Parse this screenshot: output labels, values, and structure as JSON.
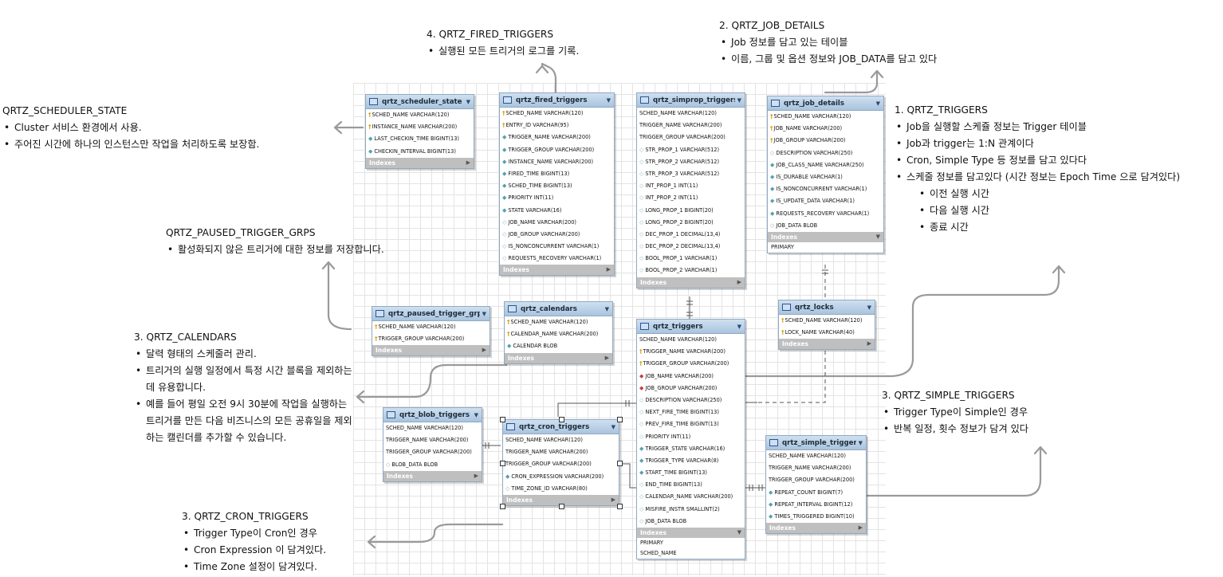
{
  "tables": [
    {
      "key": "scheduler_state",
      "name": "qrtz_scheduler_state",
      "columns": [
        {
          "i": "key",
          "t": "SCHED_NAME VARCHAR(120)"
        },
        {
          "i": "key",
          "t": "INSTANCE_NAME VARCHAR(200)"
        },
        {
          "i": "dia",
          "t": "LAST_CHECKIN_TIME BIGINT(13)"
        },
        {
          "i": "dia",
          "t": "CHECKIN_INTERVAL BIGINT(13)"
        }
      ],
      "indexes_label": "Indexes",
      "index_rows": []
    },
    {
      "key": "fired_triggers",
      "name": "qrtz_fired_triggers",
      "columns": [
        {
          "i": "key",
          "t": "SCHED_NAME VARCHAR(120)"
        },
        {
          "i": "key",
          "t": "ENTRY_ID VARCHAR(95)"
        },
        {
          "i": "dia",
          "t": "TRIGGER_NAME VARCHAR(200)"
        },
        {
          "i": "dia",
          "t": "TRIGGER_GROUP VARCHAR(200)"
        },
        {
          "i": "dia",
          "t": "INSTANCE_NAME VARCHAR(200)"
        },
        {
          "i": "dia",
          "t": "FIRED_TIME BIGINT(13)"
        },
        {
          "i": "dia",
          "t": "SCHED_TIME BIGINT(13)"
        },
        {
          "i": "dia",
          "t": "PRIORITY INT(11)"
        },
        {
          "i": "dia",
          "t": "STATE VARCHAR(16)"
        },
        {
          "i": "hol",
          "t": "JOB_NAME VARCHAR(200)"
        },
        {
          "i": "hol",
          "t": "JOB_GROUP VARCHAR(200)"
        },
        {
          "i": "hol",
          "t": "IS_NONCONCURRENT VARCHAR(1)"
        },
        {
          "i": "hol",
          "t": "REQUESTS_RECOVERY VARCHAR(1)"
        }
      ],
      "indexes_label": "Indexes",
      "index_rows": []
    },
    {
      "key": "simprop_triggers",
      "name": "qrtz_simprop_triggers",
      "columns": [
        {
          "i": "",
          "t": "SCHED_NAME VARCHAR(120)"
        },
        {
          "i": "",
          "t": "TRIGGER_NAME VARCHAR(200)"
        },
        {
          "i": "",
          "t": "TRIGGER_GROUP VARCHAR(200)"
        },
        {
          "i": "hol",
          "t": "STR_PROP_1 VARCHAR(512)"
        },
        {
          "i": "hol",
          "t": "STR_PROP_2 VARCHAR(512)"
        },
        {
          "i": "hol",
          "t": "STR_PROP_3 VARCHAR(512)"
        },
        {
          "i": "hol",
          "t": "INT_PROP_1 INT(11)"
        },
        {
          "i": "hol",
          "t": "INT_PROP_2 INT(11)"
        },
        {
          "i": "hol",
          "t": "LONG_PROP_1 BIGINT(20)"
        },
        {
          "i": "hol",
          "t": "LONG_PROP_2 BIGINT(20)"
        },
        {
          "i": "hol",
          "t": "DEC_PROP_1 DECIMAL(13,4)"
        },
        {
          "i": "hol",
          "t": "DEC_PROP_2 DECIMAL(13,4)"
        },
        {
          "i": "hol",
          "t": "BOOL_PROP_1 VARCHAR(1)"
        },
        {
          "i": "hol",
          "t": "BOOL_PROP_2 VARCHAR(1)"
        }
      ],
      "indexes_label": "Indexes",
      "index_rows": []
    },
    {
      "key": "job_details",
      "name": "qrtz_job_details",
      "columns": [
        {
          "i": "key",
          "t": "SCHED_NAME VARCHAR(120)"
        },
        {
          "i": "key",
          "t": "JOB_NAME VARCHAR(200)"
        },
        {
          "i": "key",
          "t": "JOB_GROUP VARCHAR(200)"
        },
        {
          "i": "hol",
          "t": "DESCRIPTION VARCHAR(250)"
        },
        {
          "i": "dia",
          "t": "JOB_CLASS_NAME VARCHAR(250)"
        },
        {
          "i": "dia",
          "t": "IS_DURABLE VARCHAR(1)"
        },
        {
          "i": "dia",
          "t": "IS_NONCONCURRENT VARCHAR(1)"
        },
        {
          "i": "dia",
          "t": "IS_UPDATE_DATA VARCHAR(1)"
        },
        {
          "i": "dia",
          "t": "REQUESTS_RECOVERY VARCHAR(1)"
        },
        {
          "i": "hol",
          "t": "JOB_DATA BLOB"
        }
      ],
      "indexes_label": "Indexes",
      "index_rows": [
        "PRIMARY"
      ]
    },
    {
      "key": "paused_trigger_grps",
      "name": "qrtz_paused_trigger_grps",
      "columns": [
        {
          "i": "key",
          "t": "SCHED_NAME VARCHAR(120)"
        },
        {
          "i": "key",
          "t": "TRIGGER_GROUP VARCHAR(200)"
        }
      ],
      "indexes_label": "Indexes",
      "index_rows": []
    },
    {
      "key": "calendars",
      "name": "qrtz_calendars",
      "columns": [
        {
          "i": "key",
          "t": "SCHED_NAME VARCHAR(120)"
        },
        {
          "i": "key",
          "t": "CALENDAR_NAME VARCHAR(200)"
        },
        {
          "i": "dia",
          "t": "CALENDAR BLOB"
        }
      ],
      "indexes_label": "Indexes",
      "index_rows": []
    },
    {
      "key": "locks",
      "name": "qrtz_locks",
      "columns": [
        {
          "i": "key",
          "t": "SCHED_NAME VARCHAR(120)"
        },
        {
          "i": "key",
          "t": "LOCK_NAME VARCHAR(40)"
        }
      ],
      "indexes_label": "Indexes",
      "index_rows": []
    },
    {
      "key": "triggers",
      "name": "qrtz_triggers",
      "columns": [
        {
          "i": "",
          "t": "SCHED_NAME VARCHAR(120)"
        },
        {
          "i": "key",
          "t": "TRIGGER_NAME VARCHAR(200)"
        },
        {
          "i": "key",
          "t": "TRIGGER_GROUP VARCHAR(200)"
        },
        {
          "i": "red",
          "t": "JOB_NAME VARCHAR(200)"
        },
        {
          "i": "red",
          "t": "JOB_GROUP VARCHAR(200)"
        },
        {
          "i": "hol",
          "t": "DESCRIPTION VARCHAR(250)"
        },
        {
          "i": "hol",
          "t": "NEXT_FIRE_TIME BIGINT(13)"
        },
        {
          "i": "hol",
          "t": "PREV_FIRE_TIME BIGINT(13)"
        },
        {
          "i": "hol",
          "t": "PRIORITY INT(11)"
        },
        {
          "i": "dia",
          "t": "TRIGGER_STATE VARCHAR(16)"
        },
        {
          "i": "dia",
          "t": "TRIGGER_TYPE VARCHAR(8)"
        },
        {
          "i": "dia",
          "t": "START_TIME BIGINT(13)"
        },
        {
          "i": "hol",
          "t": "END_TIME BIGINT(13)"
        },
        {
          "i": "hol",
          "t": "CALENDAR_NAME VARCHAR(200)"
        },
        {
          "i": "hol",
          "t": "MISFIRE_INSTR SMALLINT(2)"
        },
        {
          "i": "hol",
          "t": "JOB_DATA BLOB"
        }
      ],
      "indexes_label": "Indexes",
      "index_rows": [
        "PRIMARY",
        "SCHED_NAME"
      ]
    },
    {
      "key": "blob_triggers",
      "name": "qrtz_blob_triggers",
      "columns": [
        {
          "i": "",
          "t": "SCHED_NAME VARCHAR(120)"
        },
        {
          "i": "",
          "t": "TRIGGER_NAME VARCHAR(200)"
        },
        {
          "i": "",
          "t": "TRIGGER_GROUP VARCHAR(200)"
        },
        {
          "i": "hol",
          "t": "BLOB_DATA BLOB"
        }
      ],
      "indexes_label": "Indexes",
      "index_rows": []
    },
    {
      "key": "cron_triggers",
      "name": "qrtz_cron_triggers",
      "columns": [
        {
          "i": "",
          "t": "SCHED_NAME VARCHAR(120)"
        },
        {
          "i": "",
          "t": "TRIGGER_NAME VARCHAR(200)"
        },
        {
          "i": "",
          "t": "TRIGGER_GROUP VARCHAR(200)"
        },
        {
          "i": "dia",
          "t": "CRON_EXPRESSION VARCHAR(200)"
        },
        {
          "i": "hol",
          "t": "TIME_ZONE_ID VARCHAR(80)"
        }
      ],
      "indexes_label": "Indexes",
      "index_rows": []
    },
    {
      "key": "simple_triggers",
      "name": "qrtz_simple_triggers",
      "columns": [
        {
          "i": "",
          "t": "SCHED_NAME VARCHAR(120)"
        },
        {
          "i": "",
          "t": "TRIGGER_NAME VARCHAR(200)"
        },
        {
          "i": "",
          "t": "TRIGGER_GROUP VARCHAR(200)"
        },
        {
          "i": "dia",
          "t": "REPEAT_COUNT BIGINT(7)"
        },
        {
          "i": "dia",
          "t": "REPEAT_INTERVAL BIGINT(12)"
        },
        {
          "i": "dia",
          "t": "TIMES_TRIGGERED BIGINT(10)"
        }
      ],
      "indexes_label": "Indexes",
      "index_rows": []
    }
  ],
  "notes": [
    {
      "key": "fired_triggers",
      "title": "4. QRTZ_FIRED_TRIGGERS",
      "items": [
        {
          "text": "실행된 모든 트리거의 로그를 기록."
        }
      ]
    },
    {
      "key": "job_details",
      "title": "2. QRTZ_JOB_DETAILS",
      "items": [
        {
          "text": "Job 정보를 담고 있는 테이블"
        },
        {
          "text": "이름, 그룹 및 옵션 정보와 JOB_DATA를 담고 있다"
        }
      ]
    },
    {
      "key": "scheduler_state",
      "title": "QRTZ_SCHEDULER_STATE",
      "items": [
        {
          "text": "Cluster 서비스 환경에서 사용."
        },
        {
          "text": "주어진 시간에 하나의 인스턴스만 작업을 처리하도록 보장함."
        }
      ]
    },
    {
      "key": "triggers",
      "title": "1. QRTZ_TRIGGERS",
      "items": [
        {
          "text": "Job을 실행할 스케쥴 정보는 Trigger 테이블"
        },
        {
          "text": "Job과 trigger는 1:N 관계이다"
        },
        {
          "text": "Cron, Simple Type 등 정보를 담고 있다다"
        },
        {
          "text": "스케줄 정보를 담고있다 (시간 정보는 Epoch Time 으로 담겨있다)",
          "sub": [
            "이전 실행 시간",
            "다음 실행 시간",
            "종료 시간"
          ]
        }
      ]
    },
    {
      "key": "paused_trigger_grps",
      "title": "QRTZ_PAUSED_TRIGGER_GRPS",
      "items": [
        {
          "text": "활성화되지 않은 트리거에 대한 정보를 저장합니다."
        }
      ]
    },
    {
      "key": "calendars",
      "title": "3. QRTZ_CALENDARS",
      "items": [
        {
          "text": "달력 형태의 스케줄러 관리."
        },
        {
          "text": "트리거의 실행 일정에서 특정 시간 블록을 제외하는 데 유용합니다."
        },
        {
          "text": "예를 들어 평일 오전 9시 30분에 작업을 실행하는 트리거를 만든 다음 비즈니스의 모든 공휴일을 제외하는 캘린더를 추가할 수 있습니다."
        }
      ]
    },
    {
      "key": "simple_triggers",
      "title": "3. QRTZ_SIMPLE_TRIGGERS",
      "items": [
        {
          "text": "Trigger Type이 Simple인 경우"
        },
        {
          "text": "반복 일정, 횟수 정보가 담겨 있다"
        }
      ]
    },
    {
      "key": "cron_triggers",
      "title": "3. QRTZ_CRON_TRIGGERS",
      "items": [
        {
          "text": "Trigger Type이 Cron인 경우"
        },
        {
          "text": "Cron Expression 이 담겨있다."
        },
        {
          "text": "Time Zone 설정이 담겨있다."
        }
      ]
    }
  ]
}
